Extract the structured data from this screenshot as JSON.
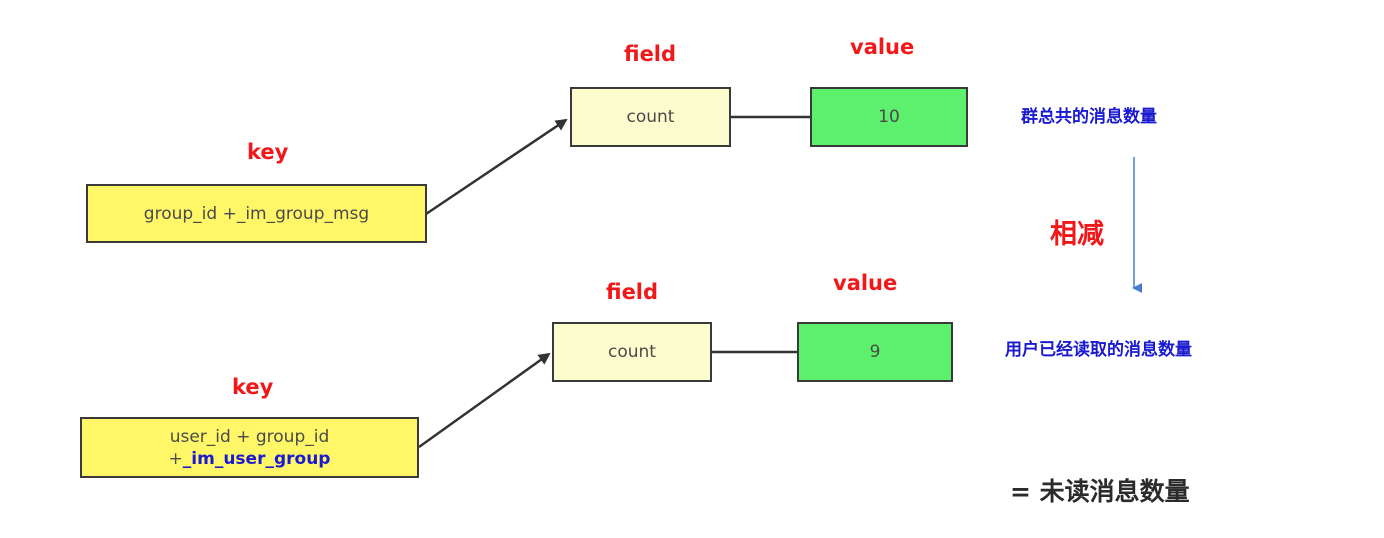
{
  "rows": [
    {
      "key_label": "key",
      "key_text": "group_id +_im_group_msg",
      "field_label": "field",
      "field_text": "count",
      "value_label": "value",
      "value_text": "10",
      "description": "群总共的消息数量"
    },
    {
      "key_label": "key",
      "key_text_line1": "user_id + group_id",
      "key_text_line2_prefix": "+",
      "key_text_line2_suffix": "_im_user_group",
      "field_label": "field",
      "field_text": "count",
      "value_label": "value",
      "value_text": "9",
      "description": "用户已经读取的消息数量"
    }
  ],
  "operation_label": "相减",
  "result_label": "= 未读消息数量",
  "colors": {
    "key_fill": "#fff768",
    "field_fill": "#fdfcce",
    "value_fill": "#5cf06c",
    "label_red": "#f01818",
    "desc_blue": "#1a1ad0",
    "arrow_blue": "#4a7fd0"
  }
}
